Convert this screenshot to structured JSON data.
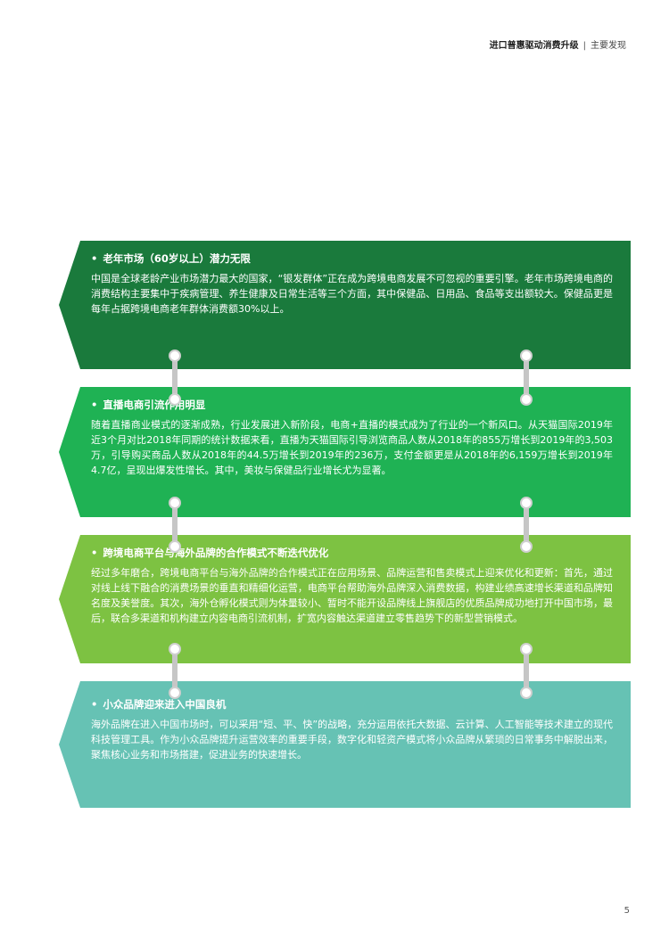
{
  "header": {
    "title": "进口普惠驱动消费升级",
    "separator": "|",
    "section": "主要发现"
  },
  "cards": [
    {
      "title": "老年市场（60岁以上）潜力无限",
      "body": "中国是全球老龄产业市场潜力最大的国家，“银发群体”正在成为跨境电商发展不可忽视的重要引擎。老年市场跨境电商的消费结构主要集中于疾病管理、养生健康及日常生活等三个方面，其中保健品、日用品、食品等支出额较大。保健品更是每年占据跨境电商老年群体消费额30%以上。"
    },
    {
      "title": "直播电商引流作用明显",
      "body": "随着直播商业模式的逐渐成熟，行业发展进入新阶段，电商+直播的模式成为了行业的一个新风口。从天猫国际2019年近3个月对比2018年同期的统计数据来看，直播为天猫国际引导浏览商品人数从2018年的855万增长到2019年的3,503万，引导购买商品人数从2018年的44.5万增长到2019年的236万，支付金额更是从2018年的6,159万增长到2019年4.7亿，呈现出爆发性增长。其中，美妆与保健品行业增长尤为显著。"
    },
    {
      "title": "跨境电商平台与海外品牌的合作模式不断迭代优化",
      "body": "经过多年磨合，跨境电商平台与海外品牌的合作模式正在应用场景、品牌运营和售卖模式上迎来优化和更新：首先，通过对线上线下融合的消费场景的垂直和精细化运营，电商平台帮助海外品牌深入消费数据，构建业绩高速增长渠道和品牌知名度及美誉度。其次，海外仓孵化模式则为体量较小、暂时不能开设品牌线上旗舰店的优质品牌成功地打开中国市场，最后，联合多渠道和机构建立内容电商引流机制，扩宽内容触达渠道建立零售趋势下的新型营销模式。"
    },
    {
      "title": "小众品牌迎来进入中国良机",
      "body": "海外品牌在进入中国市场时，可以采用“短、平、快”的战略，充分运用依托大数据、云计算、人工智能等技术建立的现代科技管理工具。作为小众品牌提升运营效率的重要手段，数字化和轻资产模式将小众品牌从繁琐的日常事务中解脱出来，聚焦核心业务和市场搭建，促进业务的快速增长。"
    }
  ],
  "bullet": "•",
  "colors": [
    "#1a7a3c",
    "#1fb254",
    "#7dc242",
    "#66c2b4"
  ],
  "page_number": "5"
}
